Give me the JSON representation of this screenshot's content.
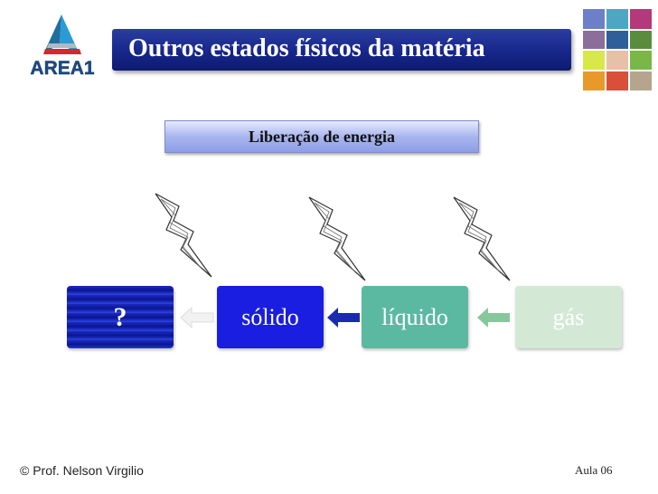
{
  "logo": {
    "text": "AREA1"
  },
  "header": {
    "title": "Outros estados físicos da matéria"
  },
  "subtitle": "Liberação de energia",
  "states": {
    "unknown": "?",
    "solid": "sólido",
    "liquid": "líquido",
    "gas": "gás"
  },
  "icons": [
    "lightning-bolt-icon",
    "arrow-left-icon",
    "area1-logo",
    "image-mosaic"
  ],
  "colors": {
    "title_bar": "#17268a",
    "solid": "#1a1ee0",
    "liquid": "#5bb9a2",
    "gas": "#d3e9d5"
  },
  "footer": {
    "author": "© Prof. Nelson Virgilio",
    "lesson": "Aula 06"
  }
}
